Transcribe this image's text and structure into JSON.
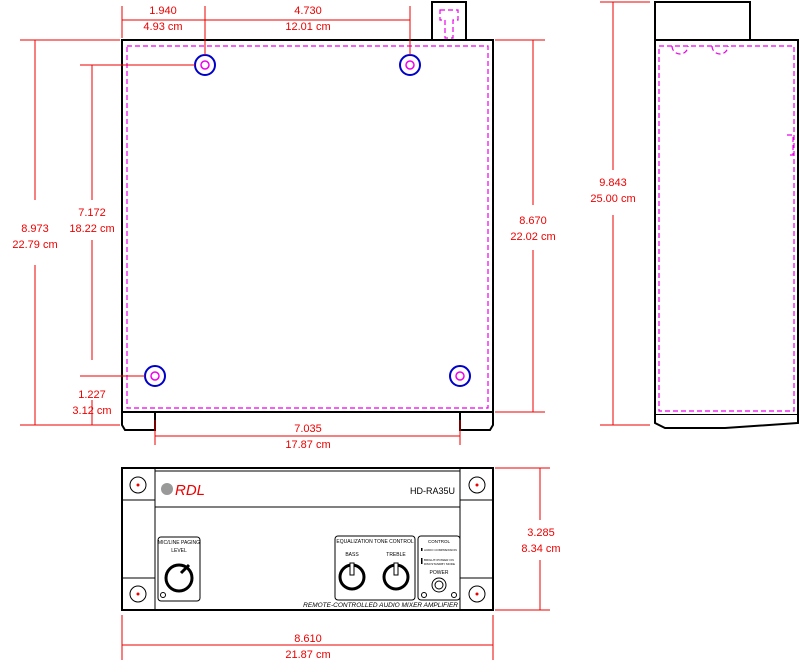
{
  "dimensions": {
    "hole_offset_x": {
      "in": "1.940",
      "cm": "4.93 cm"
    },
    "hole_spacing_top": {
      "in": "4.730",
      "cm": "12.01 cm"
    },
    "overall_depth_left": {
      "in": "8.973",
      "cm": "22.79 cm"
    },
    "hole_spacing_vertical": {
      "in": "7.172",
      "cm": "18.22 cm"
    },
    "hole_offset_bottom": {
      "in": "1.227",
      "cm": "3.12 cm"
    },
    "body_depth_right": {
      "in": "8.670",
      "cm": "22.02 cm"
    },
    "hole_spacing_bottom": {
      "in": "7.035",
      "cm": "17.87 cm"
    },
    "side_depth": {
      "in": "9.843",
      "cm": "25.00 cm"
    },
    "front_height": {
      "in": "3.285",
      "cm": "8.34 cm"
    },
    "front_width": {
      "in": "8.610",
      "cm": "21.87 cm"
    }
  },
  "front_panel": {
    "brand": "RDL",
    "model": "HD-RA35U",
    "paging_title": "MIC/LINE PAGING",
    "level_label": "LEVEL",
    "eq_title": "EQUALIZATION TONE CONTROL",
    "bass_label": "BASS",
    "treble_label": "TREBLE",
    "control_title": "CONTROL",
    "audio_compression": "AUDIO COMPRESSION",
    "led_line1": "BRIGHT=POWER ON",
    "led_line2": "DIM=STANDBY MODE",
    "power_label": "POWER",
    "description": "REMOTE-CONTROLLED AUDIO MIXER AMPLIFIER"
  },
  "colors": {
    "dimension": "#ee0000",
    "hidden_lines": "#ee00ee",
    "holes": "#0000cc",
    "brand": "#ee0000"
  }
}
